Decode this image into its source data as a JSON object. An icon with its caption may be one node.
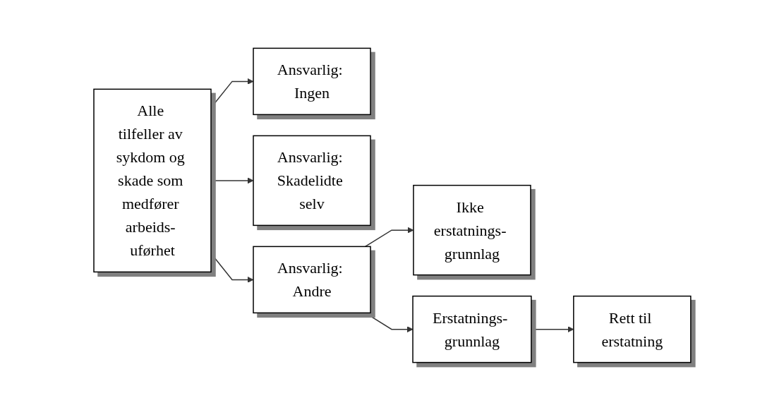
{
  "diagram": {
    "nodes": [
      {
        "text": [
          "Alle tilfeller av sykdom og skade som medfører arbeids- uførhet"
        ]
      },
      {
        "text": [
          "Ansvarlig: Ingen"
        ]
      },
      {
        "text": [
          "Ansvarlig: Skadelidte selv"
        ]
      },
      {
        "text": [
          "Ansvarlig: Andre"
        ]
      },
      {
        "text": [
          "Ikke erstatnings- grunnlag"
        ]
      },
      {
        "text": [
          "Erstatnings- grunnlag"
        ]
      },
      {
        "text": [
          "Rett til erstatning"
        ]
      }
    ],
    "edges": [
      {
        "from": 0,
        "to": 1,
        "arrow": "to"
      },
      {
        "from": 0,
        "to": 2,
        "arrow": "to"
      },
      {
        "from": 0,
        "to": 3,
        "arrow": "to"
      },
      {
        "from": 3,
        "to": 4,
        "arrow": "to"
      },
      {
        "from": 3,
        "to": 5,
        "arrow": "to"
      },
      {
        "from": 5,
        "to": 6,
        "arrow": "to"
      }
    ]
  }
}
